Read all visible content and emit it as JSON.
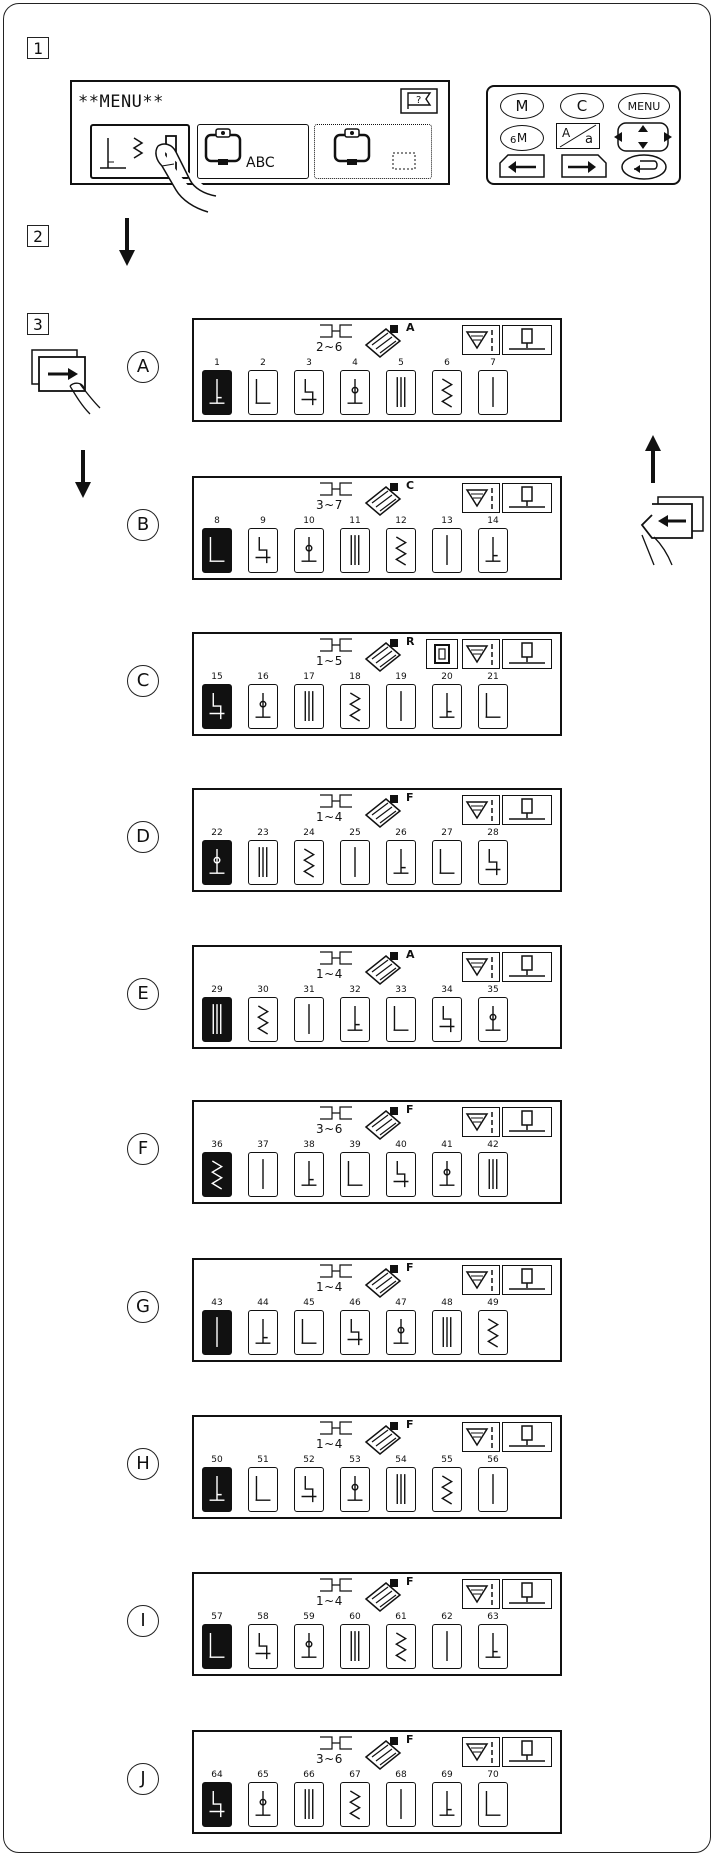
{
  "steps": [
    "1",
    "2",
    "3"
  ],
  "menu": {
    "title": "**MENU**",
    "help_icon": "help-flag-icon",
    "buttons": [
      {
        "name": "utility-stitches",
        "label": ""
      },
      {
        "name": "alphabet-embroidery",
        "label": "ABC"
      },
      {
        "name": "embroidery-patterns",
        "label": ""
      }
    ]
  },
  "keypad": {
    "keys": [
      "M",
      "C",
      "MENU",
      "M",
      "A",
      "a",
      "6"
    ]
  },
  "panels": [
    {
      "letter": "A",
      "range": "2~6",
      "foot": "A",
      "extra_btn": false,
      "numbers": [
        "1",
        "2",
        "3",
        "4",
        "5",
        "6",
        "7"
      ]
    },
    {
      "letter": "B",
      "range": "3~7",
      "foot": "C",
      "extra_btn": false,
      "numbers": [
        "8",
        "9",
        "10",
        "11",
        "12",
        "13",
        "14"
      ]
    },
    {
      "letter": "C",
      "range": "1~5",
      "foot": "R",
      "extra_btn": true,
      "numbers": [
        "15",
        "16",
        "17",
        "18",
        "19",
        "20",
        "21"
      ]
    },
    {
      "letter": "D",
      "range": "1~4",
      "foot": "F",
      "extra_btn": false,
      "numbers": [
        "22",
        "23",
        "24",
        "25",
        "26",
        "27",
        "28"
      ]
    },
    {
      "letter": "E",
      "range": "1~4",
      "foot": "A",
      "extra_btn": false,
      "numbers": [
        "29",
        "30",
        "31",
        "32",
        "33",
        "34",
        "35"
      ]
    },
    {
      "letter": "F",
      "range": "3~6",
      "foot": "F",
      "extra_btn": false,
      "numbers": [
        "36",
        "37",
        "38",
        "39",
        "40",
        "41",
        "42"
      ]
    },
    {
      "letter": "G",
      "range": "1~4",
      "foot": "F",
      "extra_btn": false,
      "numbers": [
        "43",
        "44",
        "45",
        "46",
        "47",
        "48",
        "49"
      ]
    },
    {
      "letter": "H",
      "range": "1~4",
      "foot": "F",
      "extra_btn": false,
      "numbers": [
        "50",
        "51",
        "52",
        "53",
        "54",
        "55",
        "56"
      ]
    },
    {
      "letter": "I",
      "range": "1~4",
      "foot": "F",
      "extra_btn": false,
      "numbers": [
        "57",
        "58",
        "59",
        "60",
        "61",
        "62",
        "63"
      ]
    },
    {
      "letter": "J",
      "range": "3~6",
      "foot": "F",
      "extra_btn": false,
      "numbers": [
        "64",
        "65",
        "66",
        "67",
        "68",
        "69",
        "70"
      ]
    }
  ]
}
